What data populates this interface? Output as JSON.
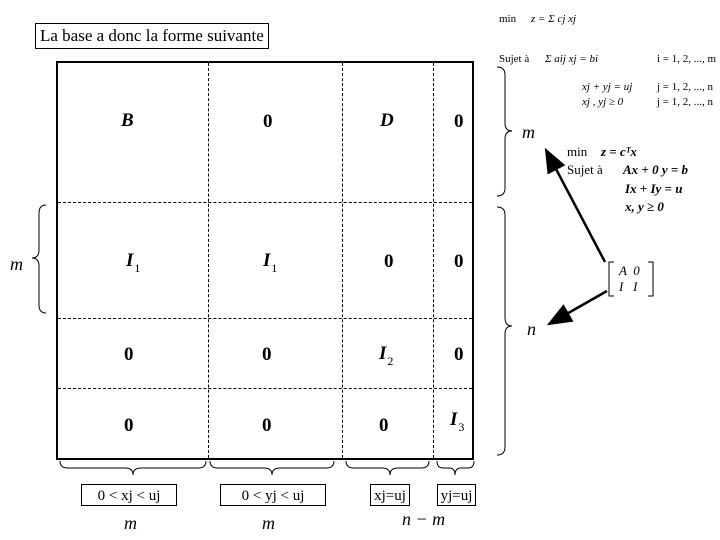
{
  "title": "La base a donc la forme suivante",
  "matrix_cells": {
    "r1": {
      "c1": "B",
      "c2": "0",
      "c3": "D",
      "c4": "0"
    },
    "r2": {
      "c1": "I",
      "c1_sub": "1",
      "c2": "I",
      "c2_sub": "1",
      "c3": "0",
      "c4": "0"
    },
    "r3": {
      "c1": "0",
      "c2": "0",
      "c3": "I",
      "c3_sub": "2",
      "c4": "0"
    },
    "r4": {
      "c1": "0",
      "c2": "0",
      "c3": "0",
      "c4": "I",
      "c4_sub": "3"
    }
  },
  "bottom_boxes": [
    "0 < xj < uj",
    "0 < yj < uj",
    "xj=uj",
    "yj=uj"
  ],
  "bottom_labels": [
    "m",
    "m",
    "n − m"
  ],
  "side_labels": {
    "left": "m",
    "right_top": "m",
    "right_bottom": "n"
  },
  "lp_general": {
    "min": "min",
    "objective": "z = Σ cj xj",
    "sujet": "Sujet à",
    "constraint1": "Σ aij xj = bi",
    "c1_index": "i = 1, 2, ..., m",
    "constraint2": "xj + yj = uj",
    "c2_index": "j = 1, 2, ..., n",
    "nonneg": "xj , yj ≥ 0",
    "nonneg_index": "j = 1, 2, ..., n"
  },
  "lp_matrix": {
    "min": "min",
    "objective": "z = cᵀx",
    "sujet": "Sujet à",
    "c1": "Ax + 0 y = b",
    "c2": "Ix + Iy = u",
    "c3": "x, y ≥ 0"
  },
  "block_matrix": {
    "r1": "A  0",
    "r2": "I   I"
  },
  "colors": {
    "ink": "#000000",
    "background": "#ffffff"
  }
}
